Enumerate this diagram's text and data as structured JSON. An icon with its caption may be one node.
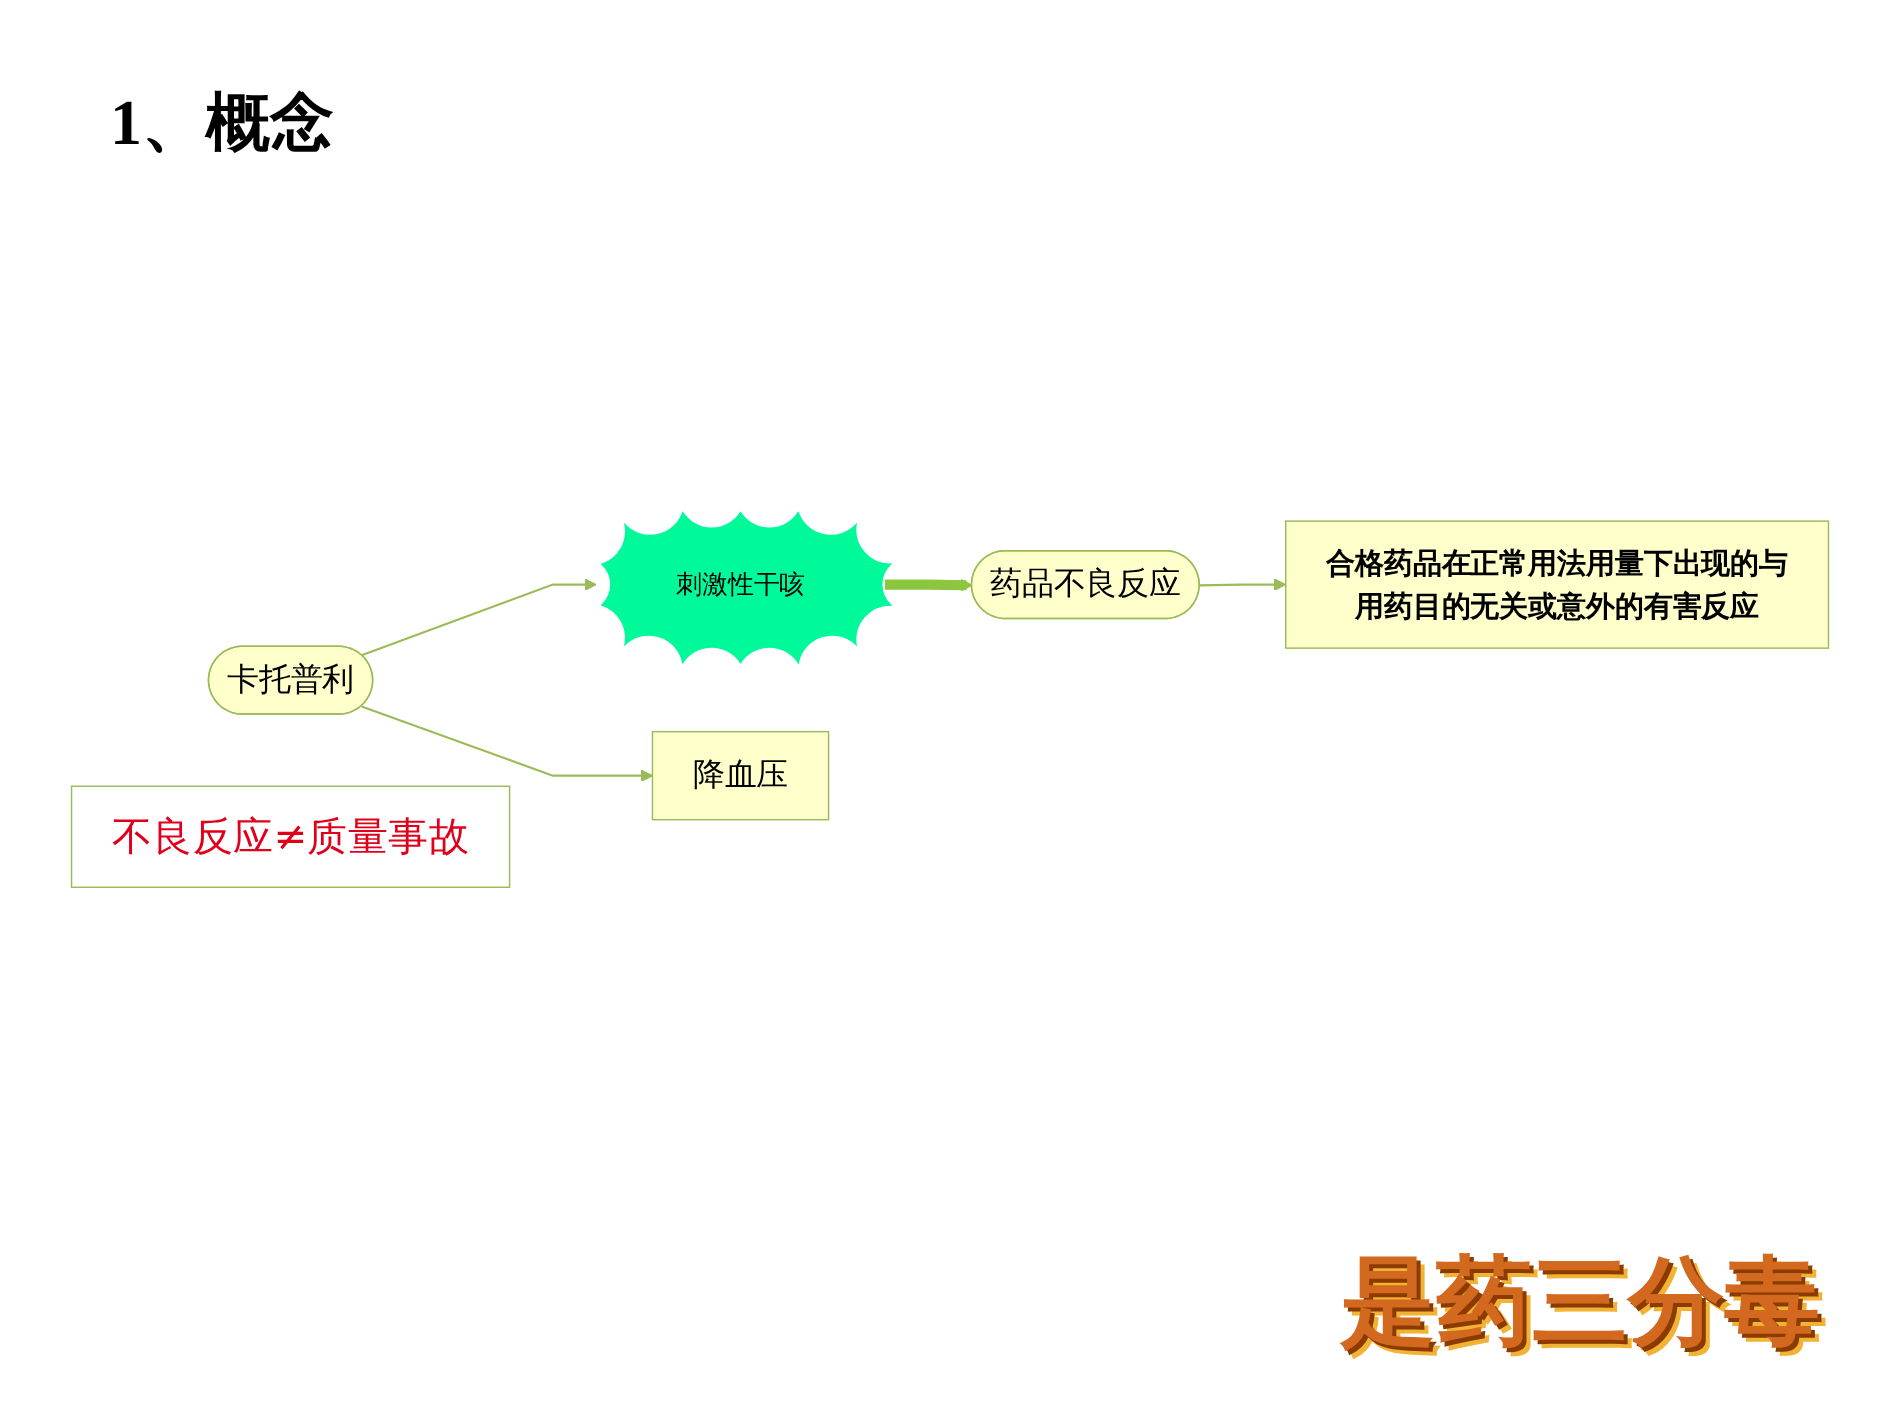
{
  "diagram": {
    "title": "1、概念",
    "nodes": [
      {
        "text": [
          "药品不良反应"
        ]
      },
      {
        "text": [
          "合格药品在正常用法用量下出现的与用药目的无关或意外的有害反应"
        ]
      },
      {
        "text": [
          "刺激性干咳"
        ]
      },
      {
        "text": [
          "卡托普利"
        ]
      },
      {
        "text": [
          "降血压"
        ]
      },
      {
        "text": [
          "不良反应≠质量事故"
        ]
      }
    ],
    "edges": [
      {
        "from": 0,
        "to": 1,
        "arrow": "to"
      },
      {
        "from": 2,
        "to": 0,
        "arrow": "to",
        "style": "thick",
        "color": "#8cc63e"
      },
      {
        "from": 3,
        "to": 4,
        "arrow": "to"
      },
      {
        "from": 3,
        "to": 2,
        "arrow": "to"
      }
    ],
    "labels": [
      "是药三分毒"
    ]
  }
}
